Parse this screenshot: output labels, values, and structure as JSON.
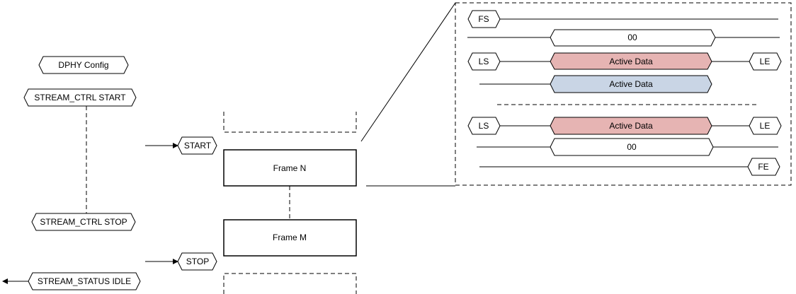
{
  "left": {
    "dphy_config": "DPHY Config",
    "stream_ctrl_start": "STREAM_CTRL START",
    "stream_ctrl_stop": "STREAM_CTRL STOP",
    "stream_status_idle": "STREAM_STATUS IDLE"
  },
  "middle": {
    "start_label": "START",
    "stop_label": "STOP",
    "frame_n": "Frame N",
    "frame_m": "Frame M"
  },
  "detail": {
    "fs": "FS",
    "zero_top": "00",
    "ls_1": "LS",
    "active_data_1": "Active Data",
    "le_1": "LE",
    "active_data_2": "Active Data",
    "ls_2": "LS",
    "active_data_3": "Active Data",
    "le_2": "LE",
    "zero_bottom": "00",
    "fe": "FE"
  },
  "colors": {
    "active_red": "#E6B4B3",
    "active_blue": "#C9D5E5"
  }
}
